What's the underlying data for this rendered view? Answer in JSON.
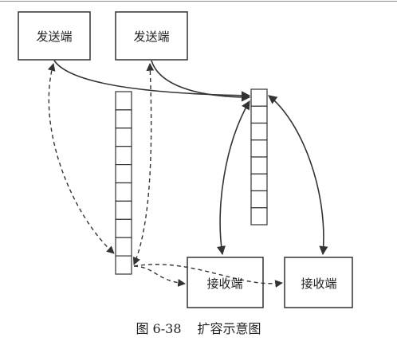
{
  "senders": [
    {
      "label": "发送端"
    },
    {
      "label": "发送端"
    }
  ],
  "receivers": [
    {
      "label": "接收端"
    },
    {
      "label": "接收端"
    }
  ],
  "old_table": {
    "slots": 10
  },
  "new_table": {
    "slots": 8
  },
  "caption": {
    "figure": "图 6-38",
    "title": "扩容示意图"
  },
  "colors": {
    "line": "#333333",
    "box_fill": "#ffffff",
    "background": "#ffffff"
  }
}
